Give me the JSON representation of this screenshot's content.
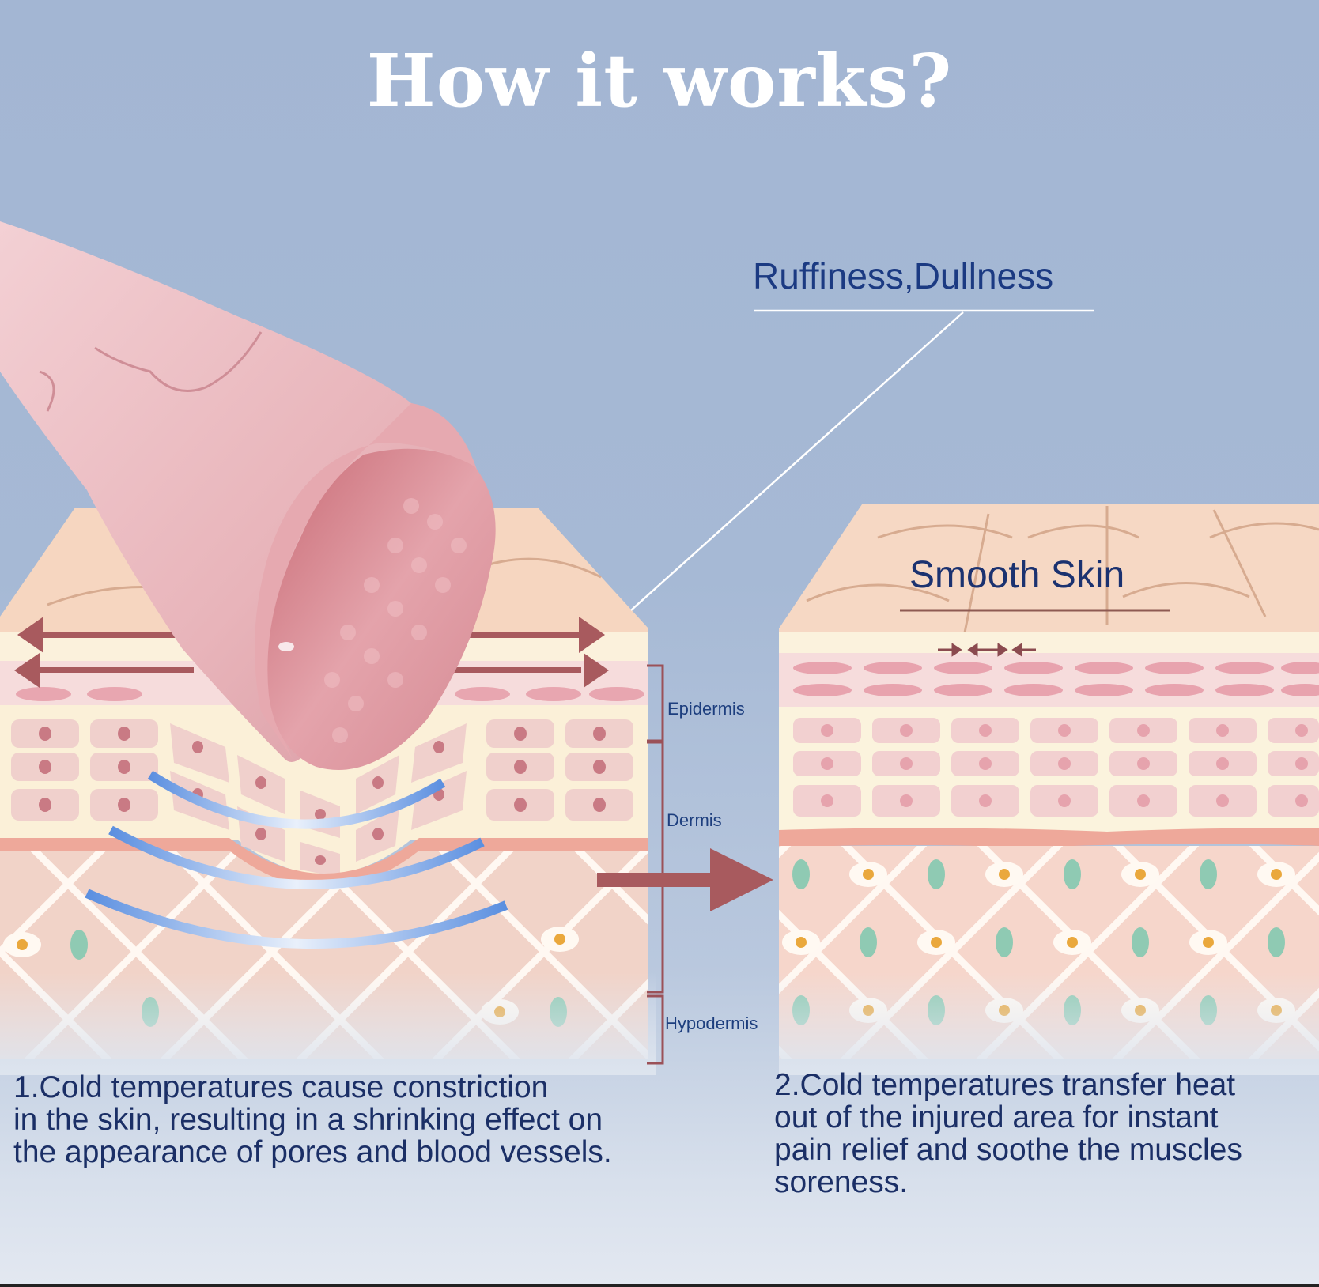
{
  "header": {
    "title": "How it works?"
  },
  "callouts": {
    "problem": "Ruffiness,Dullness",
    "result": "Smooth Skin"
  },
  "layers": {
    "epidermis": "Epidermis",
    "dermis": "Dermis",
    "hypodermis": "Hypodermis"
  },
  "descriptions": {
    "step1": "1.Cold temperatures cause constriction\nin the skin, resulting in a shrinking effect on\nthe appearance of pores and blood vessels.",
    "step2": "2.Cold temperatures transfer heat\nout of the injured area for instant\npain relief and soothe the muscles\nsoreness."
  },
  "colors": {
    "background": "#a3b6d3",
    "title_text": "#ffffff",
    "callout_text": "#1b3a82",
    "arrow": "#a85a5e",
    "skin_surface": "#f6d8c4",
    "epidermis_cell": "#e8a3ae",
    "dermis_cell": "#f0cfcf",
    "hypodermis": "#f4d3c7",
    "fat_green": "#8fcab3",
    "fat_orange": "#eaa83c",
    "cold_wave": "#5b8fe0",
    "roller_pink": "#eab5bb"
  }
}
